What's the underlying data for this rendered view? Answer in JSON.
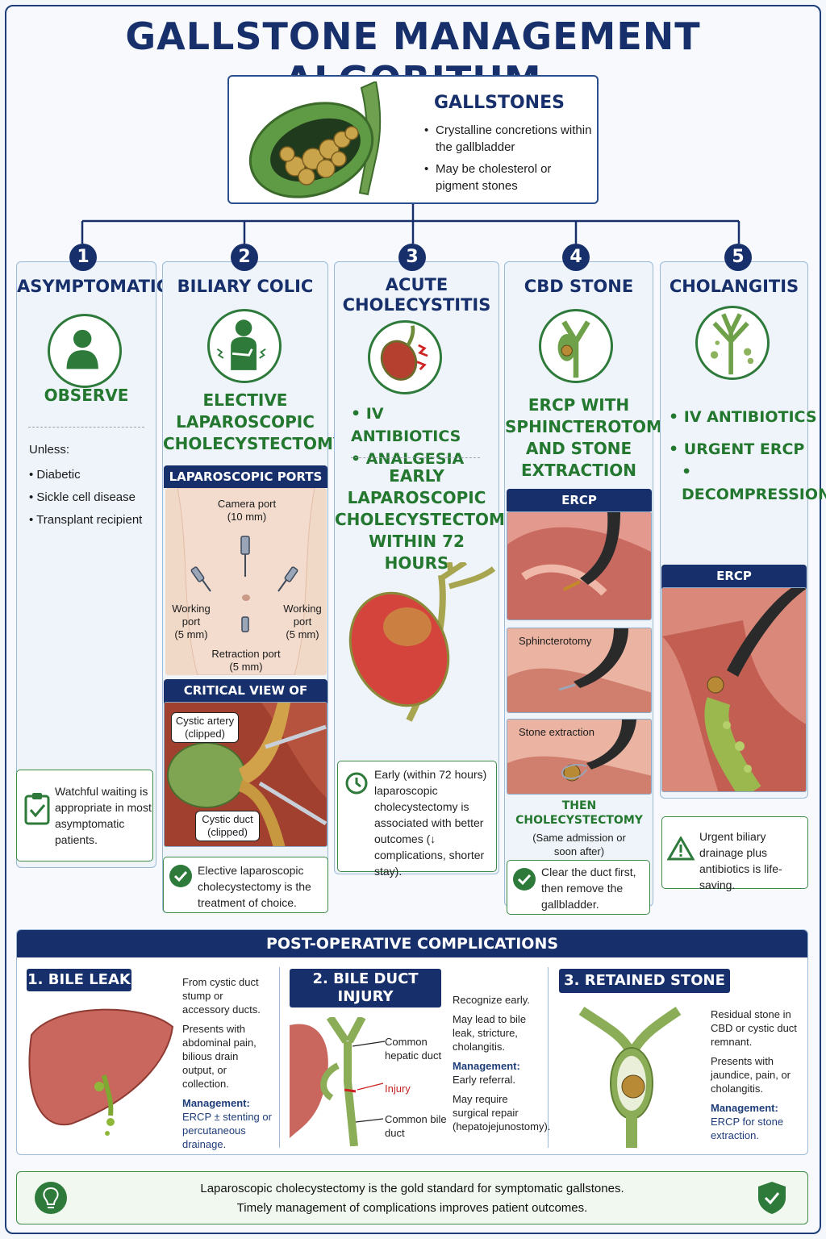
{
  "title": "GALLSTONE MANAGEMENT ALGORITHM",
  "gallstones": {
    "heading": "GALLSTONES",
    "bullets": [
      "Crystalline concretions within the gallbladder",
      "May be cholesterol or pigment stones"
    ]
  },
  "columns": [
    {
      "number": "1",
      "title": "ASYMPTOMATIC",
      "action": "OBSERVE",
      "unless_label": "Unless:",
      "unless_items": [
        "Diabetic",
        "Sickle cell disease",
        "Transplant recipient"
      ],
      "note": "Watchful waiting is appropriate in most asymptomatic patients."
    },
    {
      "number": "2",
      "title": "BILIARY COLIC",
      "action": [
        "ELECTIVE",
        "LAPAROSCOPIC",
        "CHOLECYSTECTOMY"
      ],
      "ports_bar": "LAPAROSCOPIC PORTS",
      "ports": {
        "camera": [
          "Camera port",
          "(10 mm)"
        ],
        "working_left": [
          "Working",
          "port",
          "(5 mm)"
        ],
        "working_right": [
          "Working",
          "port",
          "(5 mm)"
        ],
        "retraction": [
          "Retraction port",
          "(5 mm)"
        ]
      },
      "cvs_bar": "CRITICAL VIEW OF SAFETY",
      "cvs_labels": {
        "artery": [
          "Cystic artery",
          "(clipped)"
        ],
        "duct": [
          "Cystic duct",
          "(clipped)"
        ]
      },
      "note": "Elective laparoscopic cholecystectomy is the treatment of choice."
    },
    {
      "number": "3",
      "title": [
        "ACUTE",
        "CHOLECYSTITIS"
      ],
      "bullets": [
        "IV ANTIBIOTICS",
        "ANALGESIA"
      ],
      "action": [
        "EARLY",
        "LAPAROSCOPIC",
        "CHOLECYSTECTOMY",
        "WITHIN 72 HOURS"
      ],
      "note": "Early (within 72 hours) laparoscopic cholecystectomy is associated with better outcomes (↓ complications, shorter stay)."
    },
    {
      "number": "4",
      "title": "CBD STONE",
      "action": [
        "ERCP WITH",
        "SPHINCTEROTOMY",
        "AND STONE",
        "EXTRACTION"
      ],
      "ercp_bar": "ERCP",
      "panel_labels": [
        "Sphincterotomy",
        "Stone extraction"
      ],
      "then": [
        "THEN",
        "CHOLECYSTECTOMY"
      ],
      "then_sub": [
        "(Same admission or",
        "soon after)"
      ],
      "note": "Clear the duct first, then remove the gallbladder."
    },
    {
      "number": "5",
      "title": "CHOLANGITIS",
      "bullets": [
        "IV ANTIBIOTICS",
        "URGENT ERCP",
        "DECOMPRESSION"
      ],
      "bar": "ERCP DECOMPRESSION",
      "note": "Urgent biliary drainage plus antibiotics is life-saving."
    }
  ],
  "post_op": {
    "heading": "POST-OPERATIVE COMPLICATIONS",
    "items": [
      {
        "title": "1. BILE LEAK",
        "text1": "From cystic duct stump or accessory ducts.",
        "text2": "Presents with abdominal pain, bilious drain output, or collection.",
        "mgmt_label": "Management:",
        "mgmt": "ERCP ± stenting or percutaneous drainage."
      },
      {
        "title": [
          "2. BILE DUCT INJURY",
          "(0.2–0.5%)"
        ],
        "labels": {
          "hepatic": [
            "Common",
            "hepatic duct"
          ],
          "injury": "Injury",
          "bile": [
            "Common bile",
            "duct"
          ]
        },
        "text1": "Recognize early.",
        "text2": "May lead to bile leak, stricture, cholangitis.",
        "mgmt_label": "Management:",
        "mgmt": "Early referral.",
        "text3": "May require surgical repair (hepatojejunostomy)."
      },
      {
        "title": "3. RETAINED STONE",
        "text1": "Residual stone in CBD or cystic duct remnant.",
        "text2": "Presents with jaundice, pain, or cholangitis.",
        "mgmt_label": "Management:",
        "mgmt": "ERCP for stone extraction."
      }
    ]
  },
  "footer": [
    "Laparoscopic cholecystectomy is the gold standard for symptomatic gallstones.",
    "Timely management of complications improves patient outcomes."
  ]
}
